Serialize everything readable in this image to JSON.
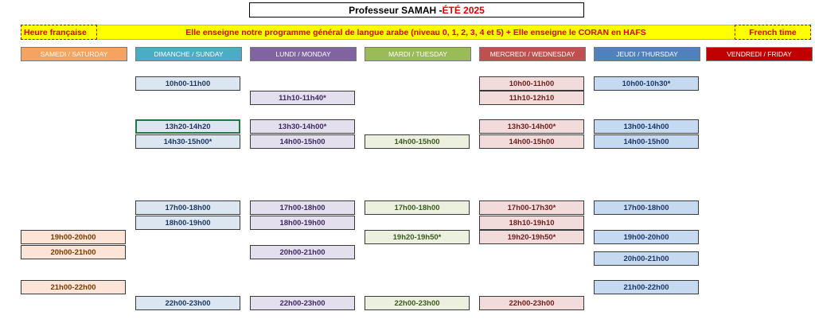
{
  "title": {
    "prefix": "Professeur SAMAH - ",
    "accent": "ÉTÉ 2025"
  },
  "banner": {
    "left": "Heure française",
    "center": "Elle enseigne notre programme général de langue arabe (niveau 0, 1, 2, 3, 4 et 5) + Elle enseigne le CORAN en HAFS",
    "right": "French time"
  },
  "colors": {
    "samedi": "#f4a460",
    "dimanche": "#4bacc6",
    "lundi": "#8064a2",
    "mardi": "#9bbb59",
    "mercredi": "#c0504d",
    "jeudi": "#4f81bd",
    "vendredi": "#c00000"
  },
  "days": [
    {
      "key": "samedi",
      "label": "SAMEDI / SATURDAY"
    },
    {
      "key": "dimanche",
      "label": "DIMANCHE / SUNDAY"
    },
    {
      "key": "lundi",
      "label": "LUNDI / MONDAY"
    },
    {
      "key": "mardi",
      "label": "MARDI / TUESDAY"
    },
    {
      "key": "mercredi",
      "label": "MERCREDI / WEDNESDAY"
    },
    {
      "key": "jeudi",
      "label": "JEUDI / THURSDAY"
    },
    {
      "key": "vendredi",
      "label": "VENDREDI / FRIDAY"
    }
  ],
  "slots": {
    "samedi": [
      "19h00-20h00",
      "20h00-21h00",
      "21h00-22h00"
    ],
    "dimanche": [
      "10h00-11h00",
      "13h20-14h20",
      "14h30-15h00*",
      "17h00-18h00",
      "18h00-19h00",
      "22h00-23h00"
    ],
    "lundi": [
      "11h10-11h40*",
      "13h30-14h00*",
      "14h00-15h00",
      "17h00-18h00",
      "18h00-19h00",
      "20h00-21h00",
      "22h00-23h00"
    ],
    "mardi": [
      "14h00-15h00",
      "17h00-18h00",
      "19h20-19h50*",
      "22h00-23h00"
    ],
    "mercredi": [
      "10h00-11h00",
      "11h10-12h10",
      "13h30-14h00*",
      "14h00-15h00",
      "17h00-17h30*",
      "18h10-19h10",
      "19h20-19h50*",
      "22h00-23h00"
    ],
    "jeudi": [
      "10h00-10h30*",
      "13h00-14h00",
      "14h00-15h00",
      "17h00-18h00",
      "19h00-20h00",
      "20h00-21h00",
      "21h00-22h00"
    ]
  }
}
